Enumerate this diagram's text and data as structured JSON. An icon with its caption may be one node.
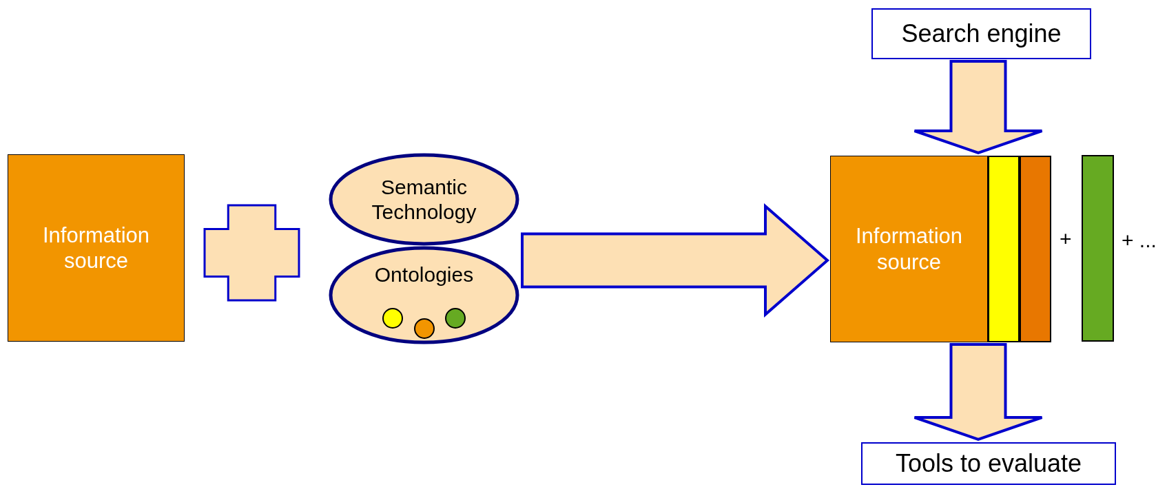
{
  "diagram": {
    "nodes": [
      {
        "text": [
          "Information source"
        ]
      },
      {
        "text": [],
        "shape": "cross"
      },
      {
        "text": [
          "Semantic Technology"
        ]
      },
      {
        "text": [
          "Ontologies"
        ]
      },
      {
        "text": [],
        "shape": "circle",
        "in": 3
      },
      {
        "text": [],
        "shape": "circle",
        "in": 3
      },
      {
        "text": [],
        "shape": "circle",
        "in": 3
      },
      {
        "text": [
          "Search engine"
        ]
      },
      {
        "text": [
          "Information source"
        ]
      },
      {
        "text": [],
        "shape": "bar"
      },
      {
        "text": [],
        "shape": "bar"
      },
      {
        "text": [],
        "shape": "bar"
      },
      {
        "text": [
          "Tools to evaluate"
        ]
      }
    ],
    "edges": [
      {
        "from": 3,
        "to": 8,
        "arrow": "to"
      },
      {
        "from": 7,
        "to": 8,
        "arrow": "to"
      },
      {
        "from": 8,
        "to": 12,
        "arrow": "to"
      }
    ],
    "labels": [
      "+",
      "+ ..."
    ]
  }
}
